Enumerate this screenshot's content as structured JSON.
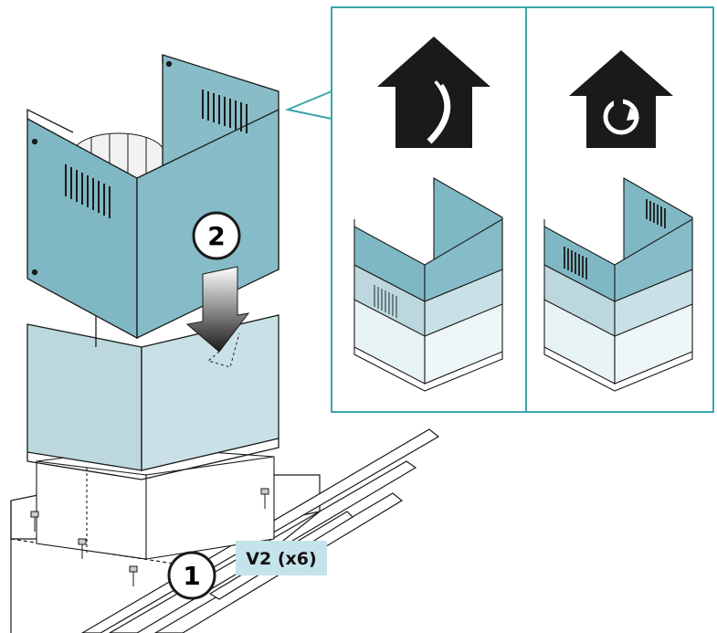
{
  "colors": {
    "panel_dark": "#7fb8c4",
    "panel_mid": "#bcd8de",
    "panel_light": "#dceef2",
    "panel_lightest": "#e8f3f5",
    "inset_border": "#3aa5ad",
    "outline": "#1a1a1a",
    "label_bg": "#c5e3ea"
  },
  "steps": {
    "step1": "1",
    "step2": "2"
  },
  "screw_label": "V2 (x6)",
  "icons": {
    "left": "house-exhaust-icon",
    "right": "house-recirculation-icon"
  }
}
